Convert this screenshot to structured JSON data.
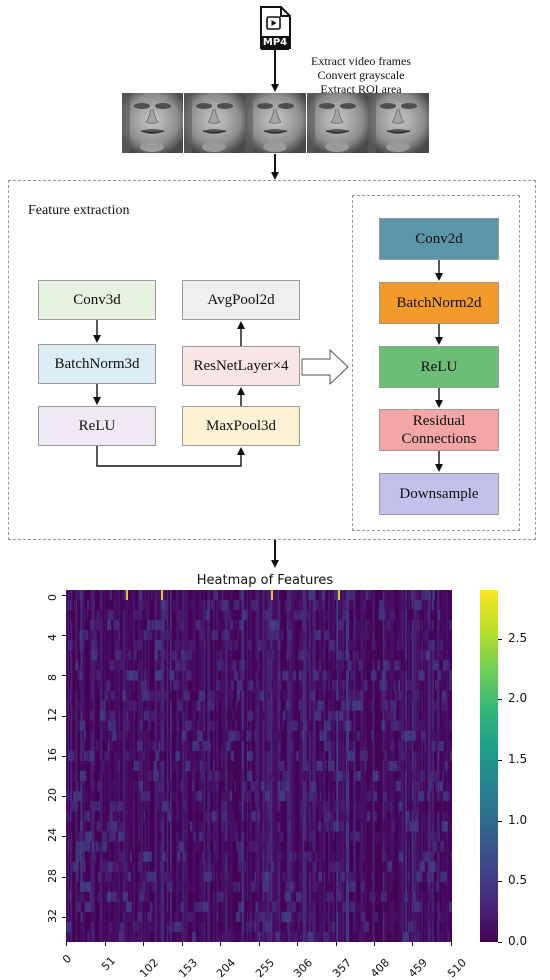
{
  "input": {
    "file_label": "MP4",
    "steps": [
      "Extract video frames",
      "Convert grayscale",
      "Extract ROI area"
    ]
  },
  "feature_panel": {
    "title": "Feature extraction",
    "blocks": {
      "conv3d": "Conv3d",
      "batchnorm3d": "BatchNorm3d",
      "relu": "ReLU",
      "avgpool2d": "AvgPool2d",
      "resnetlayer": "ResNetLayer×4",
      "maxpool3d": "MaxPool3d"
    }
  },
  "resnet_detail": {
    "blocks": {
      "conv2d": "Conv2d",
      "batchnorm2d": "BatchNorm2d",
      "relu": "ReLU",
      "residual": "Residual Connections",
      "downsample": "Downsample"
    }
  },
  "colors": {
    "conv3d": "#e8f2e0",
    "batchnorm3d": "#dcedf5",
    "relu3d": "#efeaf4",
    "avgpool2d": "#efefef",
    "resnetlayer": "#f8e6e6",
    "maxpool3d": "#fbf3d4",
    "conv2d": "#5a95a8",
    "batchnorm2d": "#f39b2a",
    "relu2d": "#6cbd76",
    "residual": "#f4a6a6",
    "downsample": "#c3c0ec"
  },
  "chart_data": {
    "type": "heatmap",
    "title": "Heatmap of Features",
    "xlabel": "",
    "ylabel": "",
    "x_ticks": [
      0,
      51,
      102,
      153,
      204,
      255,
      306,
      357,
      408,
      459,
      510
    ],
    "y_ticks": [
      0,
      4,
      8,
      12,
      16,
      20,
      24,
      28,
      32
    ],
    "rows": 35,
    "cols": 512,
    "colorbar": {
      "colormap": "viridis",
      "range": [
        0.0,
        2.9
      ],
      "ticks": [
        "0.0",
        "0.5",
        "1.0",
        "1.5",
        "2.0",
        "2.5"
      ]
    },
    "dominant_value_range": [
      0.0,
      0.6
    ]
  }
}
